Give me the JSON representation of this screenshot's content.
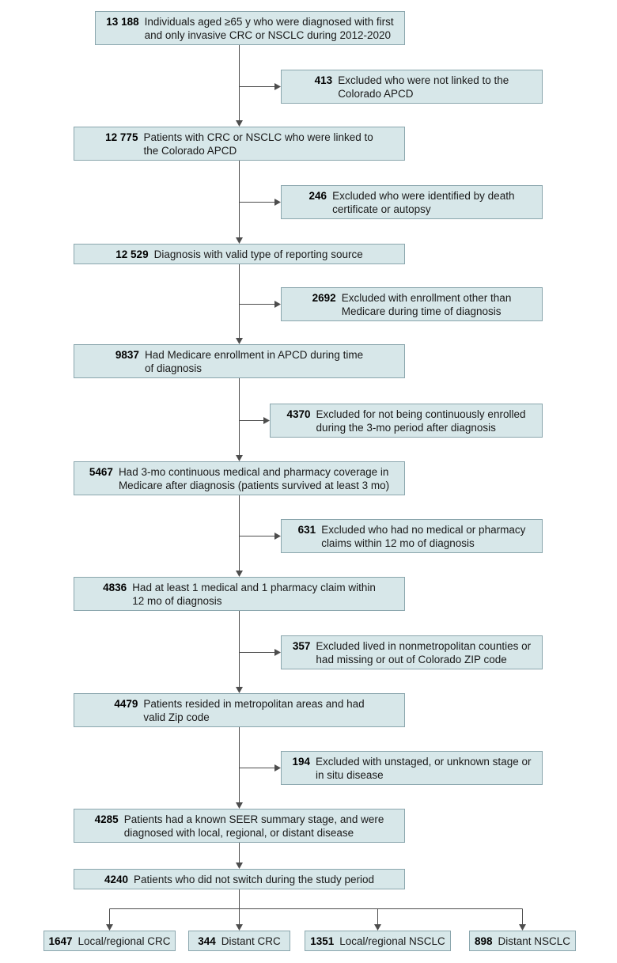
{
  "figure": {
    "type": "patient-flow-diagram",
    "colors": {
      "box_fill": "#d7e7e9",
      "box_border": "#8aa6ad",
      "arrow": "#4d4d4d",
      "text": "#1a1a1a"
    }
  },
  "main_boxes": [
    {
      "n": "13 188",
      "text": "Individuals aged ≥65 y who were diagnosed with first\nand only invasive CRC or NSCLC during 2012-2020"
    },
    {
      "n": "12 775",
      "text": "Patients with CRC or NSCLC who were linked to\nthe Colorado APCD"
    },
    {
      "n": "12 529",
      "text": "Diagnosis with valid type of reporting source"
    },
    {
      "n": "9837",
      "text": "Had Medicare enrollment in APCD during time\nof diagnosis"
    },
    {
      "n": "5467",
      "text": "Had 3-mo continuous medical and pharmacy coverage in\nMedicare after diagnosis (patients survived at least 3 mo)"
    },
    {
      "n": "4836",
      "text": "Had at least 1 medical and 1 pharmacy claim within\n12 mo of diagnosis"
    },
    {
      "n": "4479",
      "text": "Patients resided in metropolitan areas and had\nvalid Zip code"
    },
    {
      "n": "4285",
      "text": "Patients had a known SEER summary stage, and were\ndiagnosed with local, regional, or distant disease"
    },
    {
      "n": "4240",
      "text": "Patients who did not switch during the study period"
    }
  ],
  "exclusion_boxes": [
    {
      "n": "413",
      "text": "Excluded who were not linked to the\nColorado APCD"
    },
    {
      "n": "246",
      "text": "Excluded who were identified by death\ncertificate or autopsy"
    },
    {
      "n": "2692",
      "text": "Excluded with enrollment other than\nMedicare during time of diagnosis"
    },
    {
      "n": "4370",
      "text": "Excluded for not being continuously enrolled\nduring the 3-mo period after diagnosis"
    },
    {
      "n": "631",
      "text": "Excluded who had no medical or pharmacy\nclaims within 12 mo of diagnosis"
    },
    {
      "n": "357",
      "text": "Excluded lived in nonmetropolitan counties or\nhad missing or out of Colorado ZIP code"
    },
    {
      "n": "194",
      "text": "Excluded with unstaged, or unknown stage or\nin situ disease"
    }
  ],
  "outcome_boxes": [
    {
      "n": "1647",
      "text": "Local/regional CRC"
    },
    {
      "n": "344",
      "text": "Distant CRC"
    },
    {
      "n": "1351",
      "text": "Local/regional NSCLC"
    },
    {
      "n": "898",
      "text": "Distant NSCLC"
    }
  ]
}
